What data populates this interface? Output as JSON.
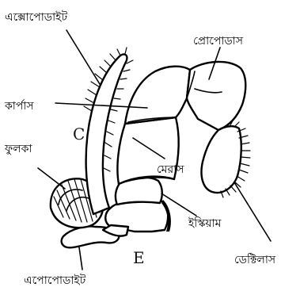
{
  "labels": {
    "exopodite": "এক্সোপোডাইট",
    "propodus": "প্রোপোডাস",
    "carpus": "কার্পাস",
    "gill": "ফুলকা",
    "merus": "মেরাস",
    "ischium": "ইস্কিয়াম",
    "dactylus": "ডেক্টিলাস",
    "epipodite": "এপোপোডাইট"
  },
  "letters": {
    "c": "C",
    "e": "E"
  }
}
